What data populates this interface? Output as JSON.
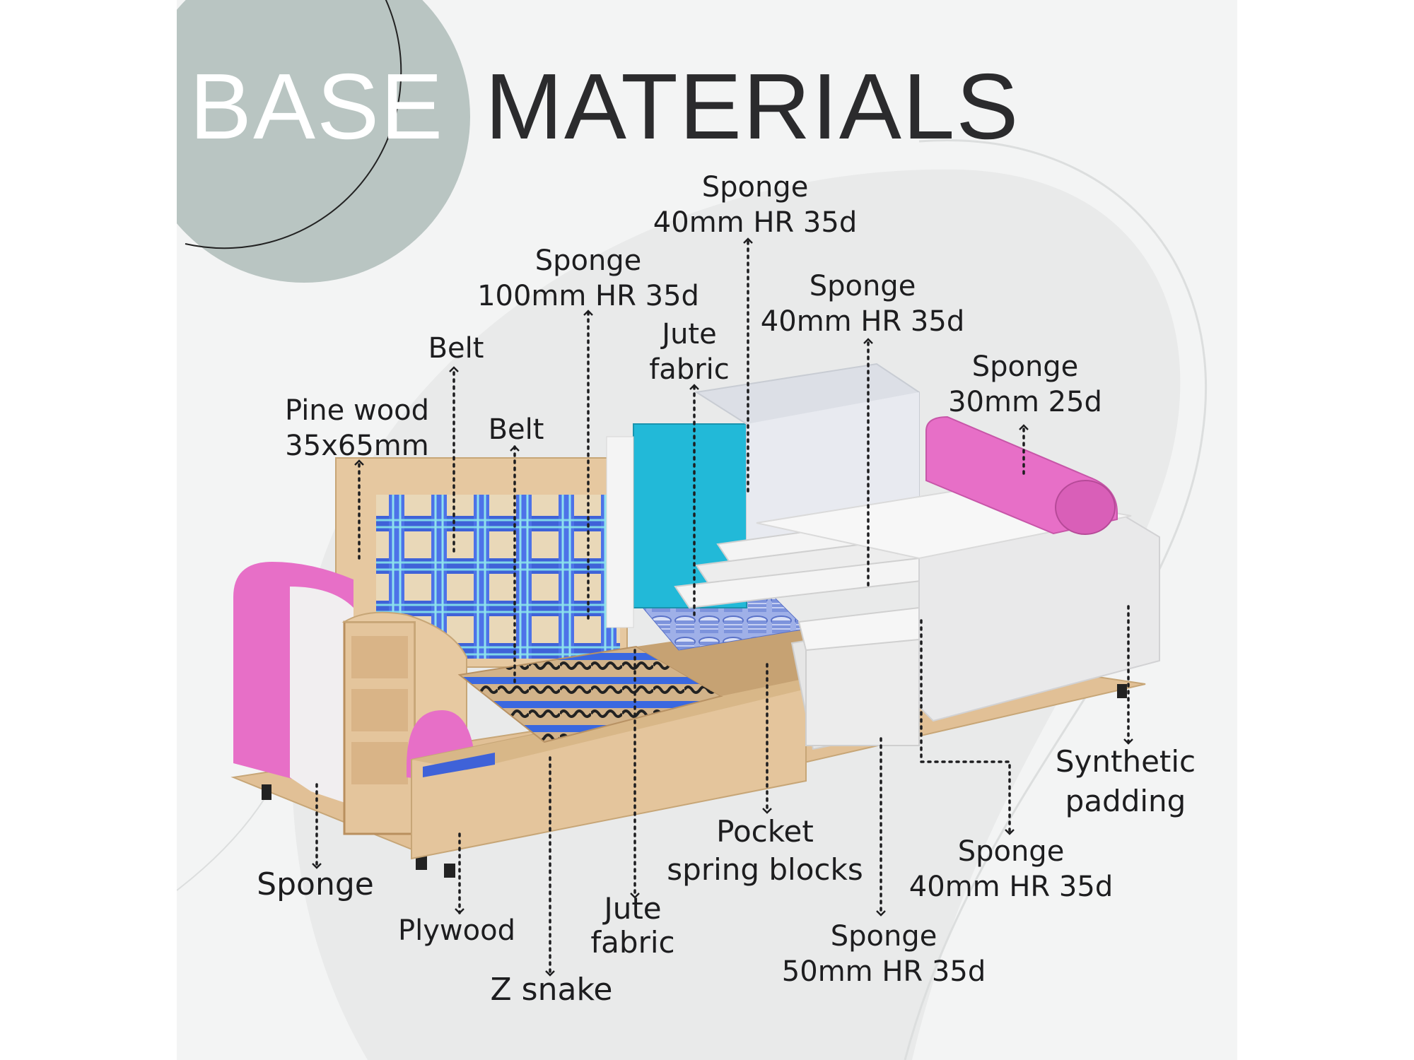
{
  "title": {
    "base": "BASE",
    "materials": "MATERIALS"
  },
  "colors": {
    "background": "#f3f4f4",
    "circle": "#b9c5c2",
    "text": "#1d1d1f",
    "wood": "#e2c29a",
    "belt": "#3f62d8",
    "cyan_sponge": "#22b9d8",
    "pink_sponge": "#e76fc7",
    "white_sponge": "#ededee"
  },
  "labels": {
    "pine_wood": [
      "Pine wood",
      "35x65mm"
    ],
    "belt_upper": [
      "Belt"
    ],
    "belt_lower": [
      "Belt"
    ],
    "sponge_100": [
      "Sponge",
      "100mm HR 35d"
    ],
    "jute_upper": [
      "Jute",
      "fabric"
    ],
    "sponge_40_top": [
      "Sponge",
      "40mm HR 35d"
    ],
    "sponge_40_mid": [
      "Sponge",
      "40mm HR 35d"
    ],
    "sponge_30": [
      "Sponge",
      "30mm 25d"
    ],
    "synthetic": [
      "Synthetic",
      "padding"
    ],
    "sponge_40_low": [
      "Sponge",
      "40mm HR 35d"
    ],
    "pocket": [
      "Pocket",
      "spring blocks"
    ],
    "sponge_50": [
      "Sponge",
      "50mm HR 35d"
    ],
    "jute_lower": [
      "Jute",
      "fabric"
    ],
    "z_snake": [
      "Z snake"
    ],
    "plywood": [
      "Plywood"
    ],
    "sponge_left": [
      "Sponge"
    ]
  }
}
